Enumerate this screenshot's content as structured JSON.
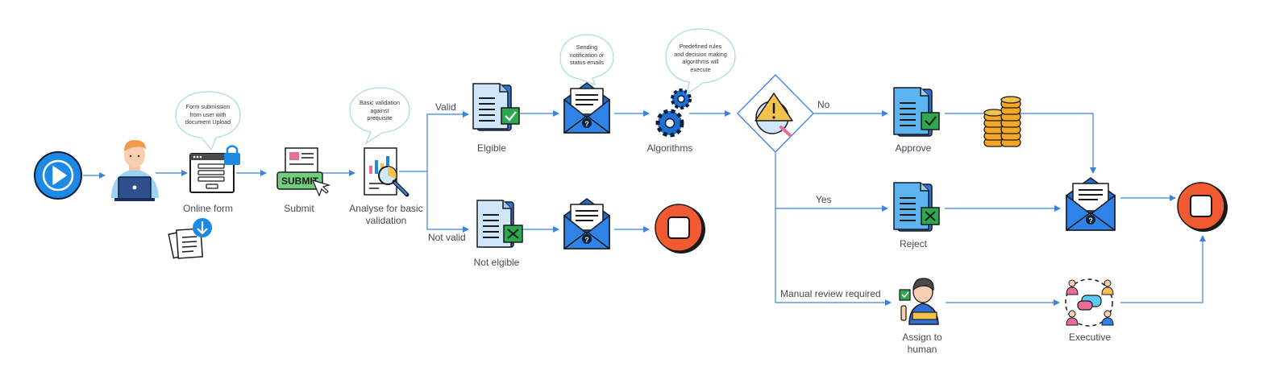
{
  "nodes": {
    "online_form": "Online form",
    "submit": "Submit",
    "analyse": "Analyse for basic\nvalidation",
    "eligible": "Elgible",
    "not_eligible": "Not elgible",
    "algorithms": "Algorithms",
    "approve": "Approve",
    "reject": "Reject",
    "assign": "Assign to\nhuman",
    "executive": "Executive"
  },
  "edges": {
    "valid": "Valid",
    "not_valid": "Not valid",
    "no": "No",
    "yes": "Yes",
    "manual": "Manual review required"
  },
  "bubbles": {
    "form_submission": "Form submission\nfrom user with\ndocument Upload",
    "basic_validation": "Basic validation\nagainst\nprequisite",
    "sending_notification": "Sending\nnotification or\nstatus emails",
    "predefined_rules": "Predefined rules\nand decision making\nalgorithms will\nexecute"
  },
  "icons": {
    "start": "play-icon",
    "user": "user-laptop-icon",
    "form": "online-form-icon",
    "submit": "submit-stamp-icon",
    "analyse": "analysis-magnifier-icon",
    "mail": "envelope-mail-icon",
    "gears": "gears-icon",
    "decision": "warning-decision-icon",
    "coins": "coins-icon",
    "stop": "stop-icon",
    "executive": "team-discussion-icon"
  },
  "colors": {
    "arrow": "#3b82e0",
    "stop": "#f25a31",
    "start": "#1e88e5",
    "approve_green": "#2ea84f",
    "reject_green": "#2ea84f",
    "doc_blue": "#62b7f0",
    "bubble_stroke": "#a7dceb"
  }
}
